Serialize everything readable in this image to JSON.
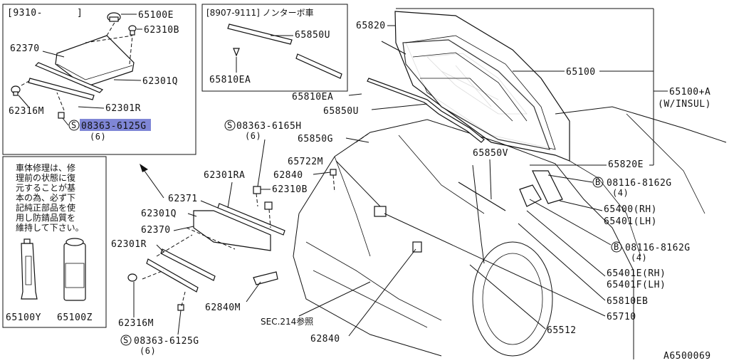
{
  "inset_top": {
    "date_code": "[9310-",
    "date_close": "]",
    "labels": {
      "p65100E": "65100E",
      "p62310B": "62310B",
      "p62370": "62370",
      "p62301Q": "62301Q",
      "p62316M": "62316M",
      "p62301R": "62301R",
      "screw_code": "08363-6125G",
      "screw_qty": "(6)",
      "circle_s": "S"
    }
  },
  "inset_turbo": {
    "title": "[8907-9111] ノンターボ車",
    "p65850U": "65850U",
    "p65810EA": "65810EA"
  },
  "repair_note": {
    "lines": [
      "車体修理は、修",
      "理前の状態に復",
      "元することが基",
      "本の為、必ず下",
      "記純正部品を使",
      "用し防錆品質を",
      "維持して下さい。"
    ],
    "p65100Y": "65100Y",
    "p65100Z": "65100Z"
  },
  "main": {
    "p65820": "65820",
    "p65100": "65100",
    "p65100A": "65100+A",
    "p65100A_sub": "(W/INSUL)",
    "p65810EA": "65810EA",
    "p65850U": "65850U",
    "p65850G": "65850G",
    "screw1_code": "08363-6165H",
    "screw1_qty": "(6)",
    "p65722M": "65722M",
    "p65850V": "65850V",
    "p62301RA": "62301RA",
    "p62840a": "62840",
    "p62310B": "62310B",
    "p62371": "62371",
    "p62301Q": "62301Q",
    "p62370": "62370",
    "p62301R": "62301R",
    "p62316M": "62316M",
    "p62840M": "62840M",
    "screw2_code": "08363-6125G",
    "screw2_qty": "(6)",
    "sec_ref": "SEC.214参照",
    "p62840b": "62840",
    "p65820E": "65820E",
    "bolt1_code": "08116-8162G",
    "bolt1_qty": "(4)",
    "p65400": "65400(RH)",
    "p65401": "65401(LH)",
    "bolt2_code": "08116-8162G",
    "bolt2_qty": "(4)",
    "p65401E": "65401E(RH)",
    "p65401F": "65401F(LH)",
    "p65810EB": "65810EB",
    "p65710": "65710",
    "p65512": "65512",
    "circle_s": "S",
    "circle_b": "B"
  },
  "diagram_id": "A6500069",
  "highlight_color": "#7f86d6"
}
